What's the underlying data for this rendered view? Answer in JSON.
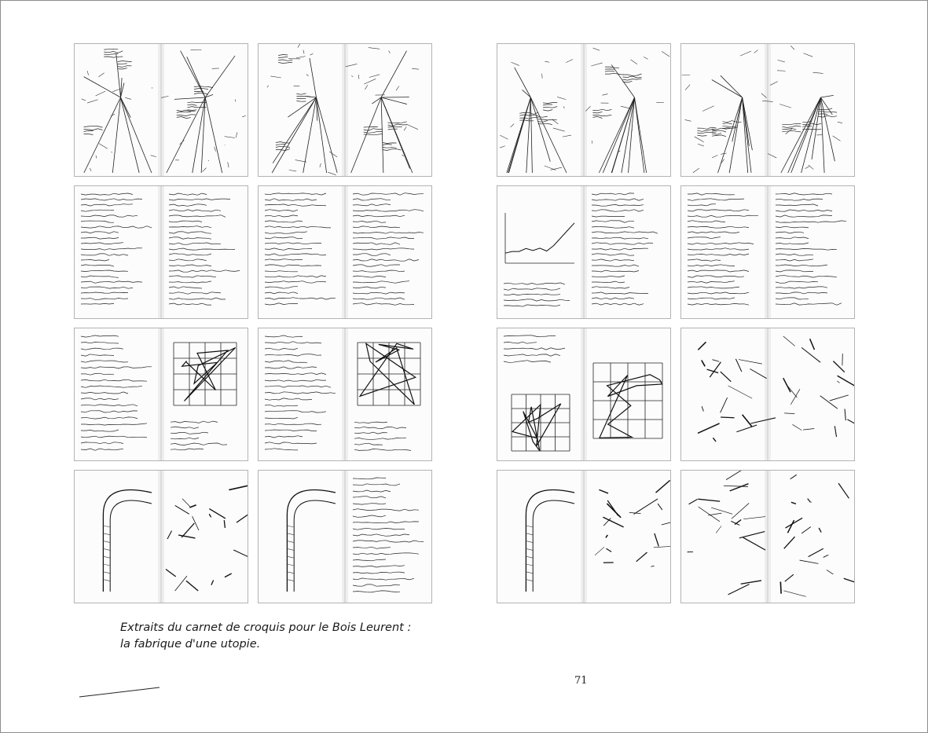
{
  "caption": {
    "line1": "Extraits du carnet de croquis pour le Bois Leurent :",
    "line2": "la fabrique d'une utopie."
  },
  "page_number": "71",
  "sketchbook_spreads": [
    {
      "row": 1,
      "col": 1,
      "content": "perspective-sketch"
    },
    {
      "row": 1,
      "col": 2,
      "content": "perspective-sketch"
    },
    {
      "row": 1,
      "col": 3,
      "content": "perspective-sketch"
    },
    {
      "row": 1,
      "col": 4,
      "content": "perspective-sketch"
    },
    {
      "row": 2,
      "col": 1,
      "content": "handwritten-notes"
    },
    {
      "row": 2,
      "col": 2,
      "content": "handwritten-notes"
    },
    {
      "row": 2,
      "col": 3,
      "content": "notes-with-graph"
    },
    {
      "row": 2,
      "col": 4,
      "content": "handwritten-notes"
    },
    {
      "row": 3,
      "col": 1,
      "content": "notes-with-plan"
    },
    {
      "row": 3,
      "col": 2,
      "content": "notes-with-plan"
    },
    {
      "row": 3,
      "col": 3,
      "content": "site-plan-sketch"
    },
    {
      "row": 3,
      "col": 4,
      "content": "section-sketches"
    },
    {
      "row": 4,
      "col": 1,
      "content": "detail-sketches"
    },
    {
      "row": 4,
      "col": 2,
      "content": "detail-with-notes"
    },
    {
      "row": 4,
      "col": 3,
      "content": "detail-sketches"
    },
    {
      "row": 4,
      "col": 4,
      "content": "structure-sketches"
    }
  ]
}
